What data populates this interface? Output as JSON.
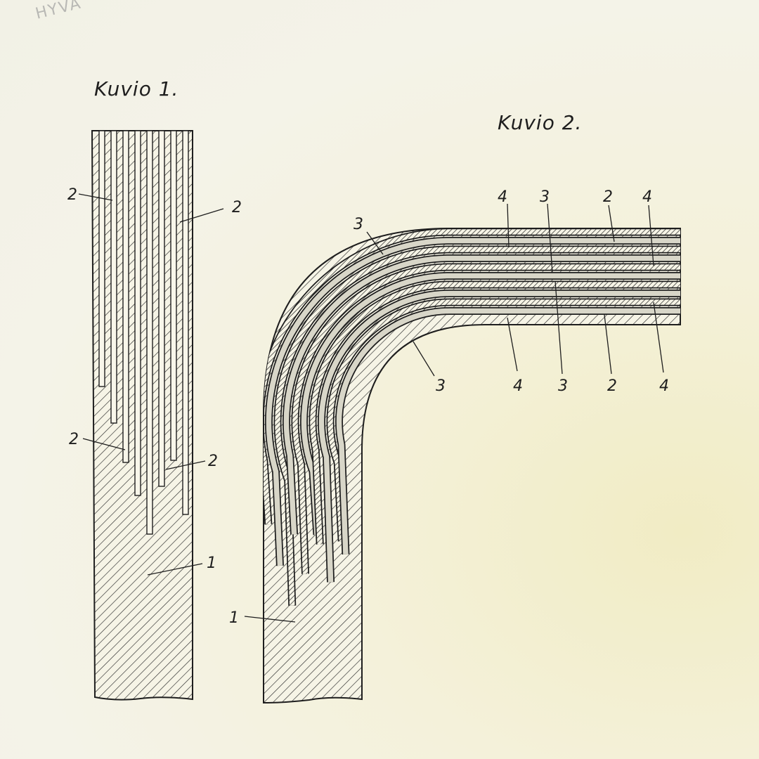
{
  "sheet": {
    "stamp": "HYVÄ"
  },
  "figure1": {
    "caption": "Kuvio 1.",
    "labels": {
      "fiber_a": "2",
      "fiber_b": "2",
      "fiber_c": "2",
      "fiber_d": "2",
      "matrix": "1"
    }
  },
  "figure2": {
    "caption": "Kuvio 2.",
    "labels": {
      "outer_layer": "3",
      "top_4a": "4",
      "top_3": "3",
      "top_2": "2",
      "top_4b": "4",
      "inner_layer": "3",
      "bot_4a": "4",
      "bot_3": "3",
      "bot_2": "2",
      "bot_4b": "4",
      "matrix": "1"
    }
  },
  "colors": {
    "ink": "#1e1e1e",
    "paper": "#f3f1e2"
  }
}
